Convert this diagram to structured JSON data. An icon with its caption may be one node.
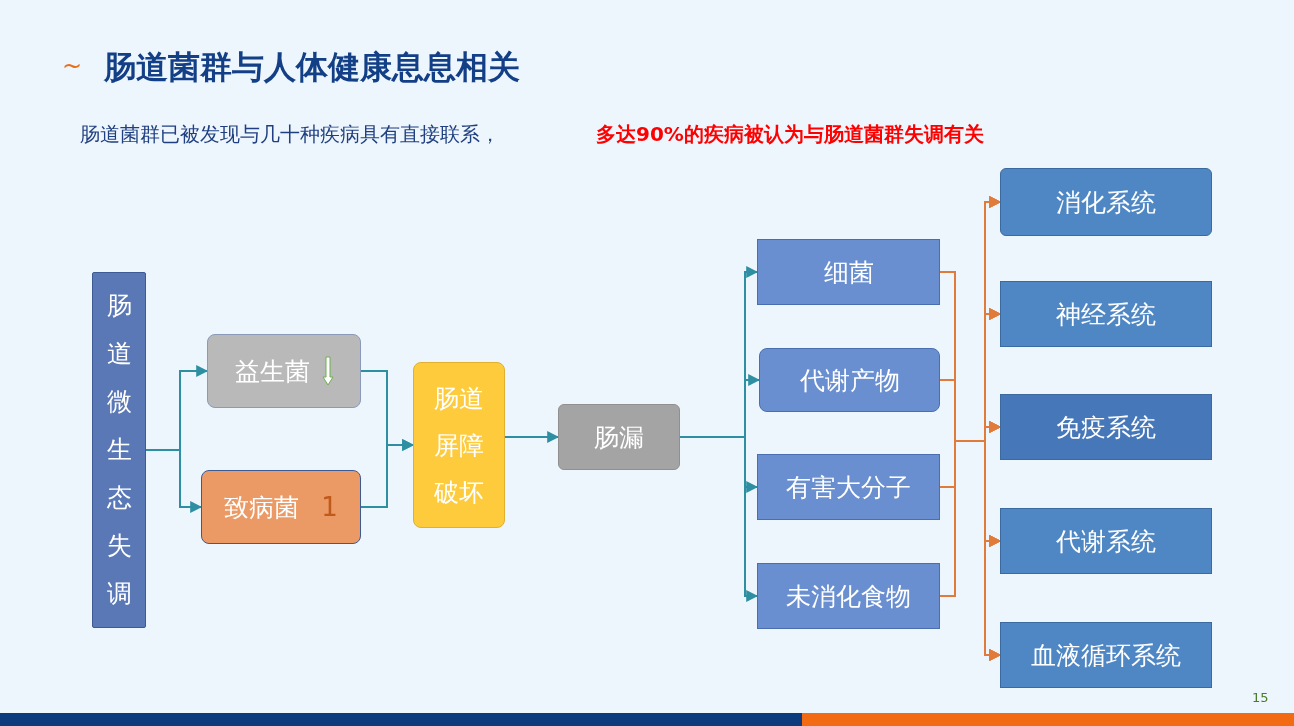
{
  "diagram": {
    "title": "肠道菌群与人体健康息息相关",
    "nodes": [
      {
        "text": [
          "肠道微生态失调"
        ]
      },
      {
        "text": [
          "益生菌"
        ]
      },
      {
        "text": [
          "致病菌",
          "1"
        ]
      },
      {
        "text": [
          "肠道屏障破坏"
        ]
      },
      {
        "text": [
          "肠漏"
        ]
      },
      {
        "text": [
          "细菌"
        ]
      },
      {
        "text": [
          "代谢产物"
        ]
      },
      {
        "text": [
          "有害大分子"
        ]
      },
      {
        "text": [
          "未消化食物"
        ]
      },
      {
        "text": [
          "消化系统"
        ]
      },
      {
        "text": [
          "神经系统"
        ]
      },
      {
        "text": [
          "免疫系统"
        ]
      },
      {
        "text": [
          "代谢系统"
        ]
      },
      {
        "text": [
          "血液循环系统"
        ]
      }
    ],
    "edges": [
      {
        "from": 0,
        "to": 1,
        "arrow": "to",
        "color": "#2e8fa3"
      },
      {
        "from": 0,
        "to": 2,
        "arrow": "to",
        "color": "#2e8fa3"
      },
      {
        "from": 1,
        "to": 3,
        "arrow": "to",
        "color": "#2e8fa3"
      },
      {
        "from": 2,
        "to": 3,
        "arrow": "to",
        "color": "#2e8fa3"
      },
      {
        "from": 3,
        "to": 4,
        "arrow": "to",
        "color": "#2e8fa3"
      },
      {
        "from": 4,
        "to": 5,
        "arrow": "to",
        "color": "#2e8fa3"
      },
      {
        "from": 4,
        "to": 6,
        "arrow": "to",
        "color": "#2e8fa3"
      },
      {
        "from": 4,
        "to": 7,
        "arrow": "to",
        "color": "#2e8fa3"
      },
      {
        "from": 4,
        "to": 8,
        "arrow": "to",
        "color": "#2e8fa3"
      },
      {
        "from": 5,
        "to": 9,
        "arrow": "to"
      },
      {
        "from": 5,
        "to": 10,
        "arrow": "to"
      },
      {
        "from": 5,
        "to": 11,
        "arrow": "to"
      },
      {
        "from": 5,
        "to": 12,
        "arrow": "to"
      },
      {
        "from": 5,
        "to": 13,
        "arrow": "to"
      },
      {
        "from": 6,
        "to": 9,
        "arrow": "to"
      },
      {
        "from": 6,
        "to": 10,
        "arrow": "to"
      },
      {
        "from": 6,
        "to": 11,
        "arrow": "to"
      },
      {
        "from": 6,
        "to": 12,
        "arrow": "to"
      },
      {
        "from": 6,
        "to": 13,
        "arrow": "to"
      },
      {
        "from": 7,
        "to": 9,
        "arrow": "to"
      },
      {
        "from": 7,
        "to": 10,
        "arrow": "to"
      },
      {
        "from": 7,
        "to": 11,
        "arrow": "to"
      },
      {
        "from": 7,
        "to": 12,
        "arrow": "to"
      },
      {
        "from": 7,
        "to": 13,
        "arrow": "to"
      },
      {
        "from": 8,
        "to": 9,
        "arrow": "to"
      },
      {
        "from": 8,
        "to": 10,
        "arrow": "to"
      },
      {
        "from": 8,
        "to": 11,
        "arrow": "to"
      },
      {
        "from": 8,
        "to": 12,
        "arrow": "to"
      },
      {
        "from": 8,
        "to": 13,
        "arrow": "to"
      }
    ],
    "labels": [
      "肠道菌群已被发现与几十种疾病具有直接联系，",
      "多达90%的疾病被认为与肠道菌群失调有关",
      "15",
      "~"
    ]
  }
}
